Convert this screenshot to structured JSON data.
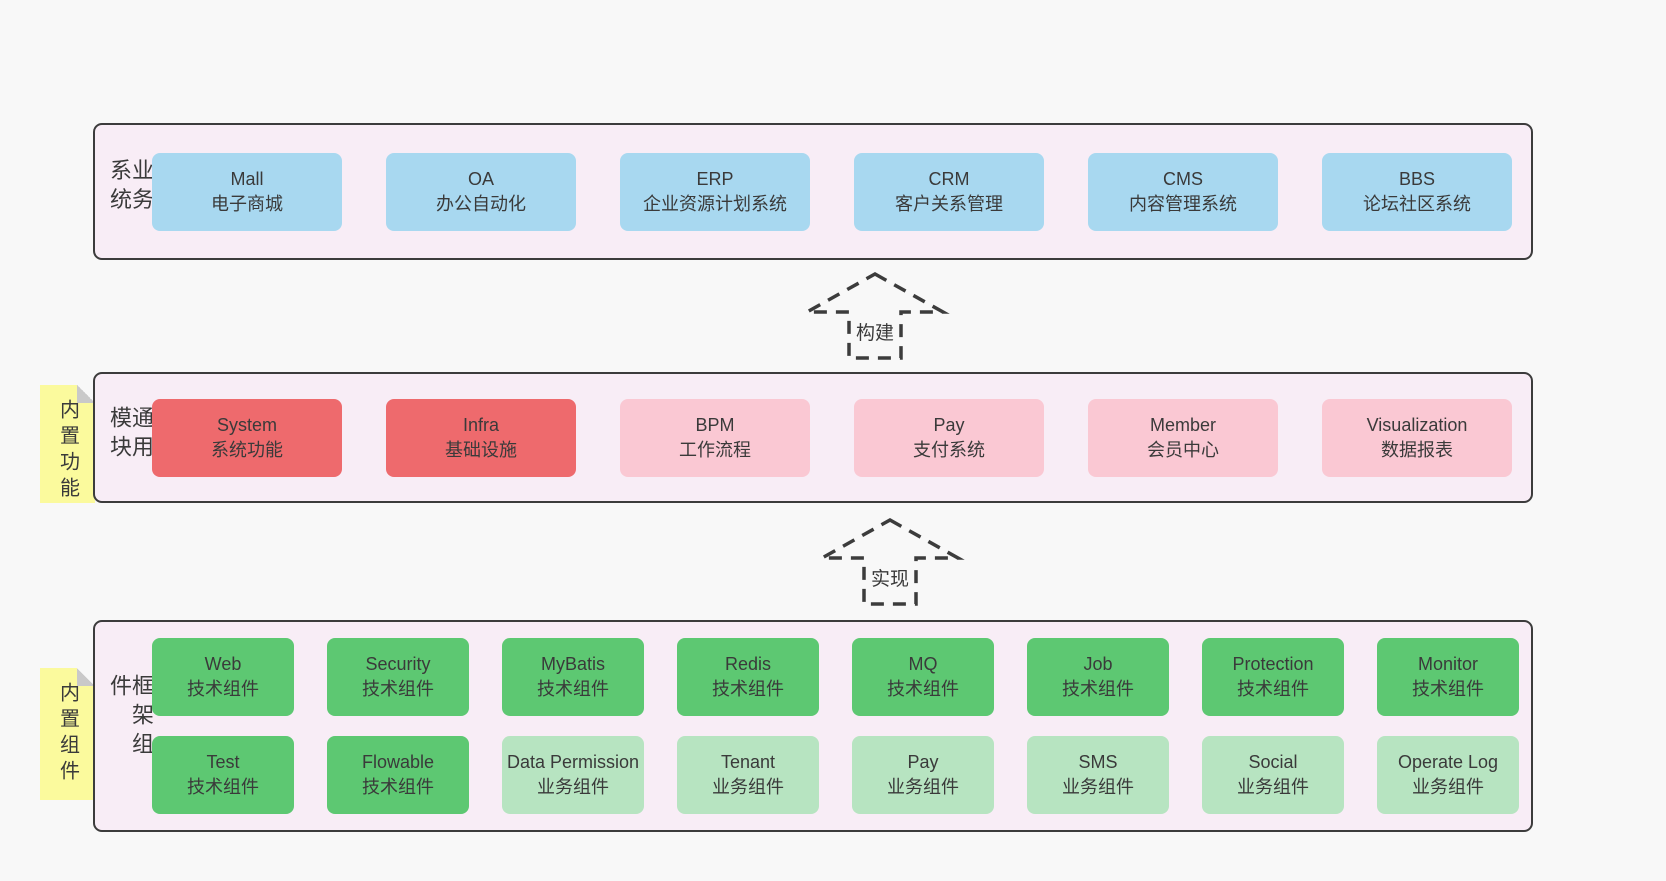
{
  "layers": [
    {
      "id": "business-systems",
      "label": "业务系统",
      "boxes": [
        {
          "title": "Mall",
          "subtitle": "电子商城",
          "color": "blue"
        },
        {
          "title": "OA",
          "subtitle": "办公自动化",
          "color": "blue"
        },
        {
          "title": "ERP",
          "subtitle": "企业资源计划系统",
          "color": "blue"
        },
        {
          "title": "CRM",
          "subtitle": "客户关系管理",
          "color": "blue"
        },
        {
          "title": "CMS",
          "subtitle": "内容管理系统",
          "color": "blue"
        },
        {
          "title": "BBS",
          "subtitle": "论坛社区系统",
          "color": "blue"
        }
      ]
    },
    {
      "id": "common-modules",
      "label": "通用模块",
      "note": "内置功能",
      "boxes": [
        {
          "title": "System",
          "subtitle": "系统功能",
          "color": "red"
        },
        {
          "title": "Infra",
          "subtitle": "基础设施",
          "color": "red"
        },
        {
          "title": "BPM",
          "subtitle": "工作流程",
          "color": "pink"
        },
        {
          "title": "Pay",
          "subtitle": "支付系统",
          "color": "pink"
        },
        {
          "title": "Member",
          "subtitle": "会员中心",
          "color": "pink"
        },
        {
          "title": "Visualization",
          "subtitle": "数据报表",
          "color": "pink"
        }
      ]
    },
    {
      "id": "framework-components",
      "label": "框架组件",
      "note": "内置组件",
      "rows": [
        [
          {
            "title": "Web",
            "subtitle": "技术组件",
            "color": "green"
          },
          {
            "title": "Security",
            "subtitle": "技术组件",
            "color": "green"
          },
          {
            "title": "MyBatis",
            "subtitle": "技术组件",
            "color": "green"
          },
          {
            "title": "Redis",
            "subtitle": "技术组件",
            "color": "green"
          },
          {
            "title": "MQ",
            "subtitle": "技术组件",
            "color": "green"
          },
          {
            "title": "Job",
            "subtitle": "技术组件",
            "color": "green"
          },
          {
            "title": "Protection",
            "subtitle": "技术组件",
            "color": "green"
          },
          {
            "title": "Monitor",
            "subtitle": "技术组件",
            "color": "green"
          }
        ],
        [
          {
            "title": "Test",
            "subtitle": "技术组件",
            "color": "green"
          },
          {
            "title": "Flowable",
            "subtitle": "技术组件",
            "color": "green"
          },
          {
            "title": "Data Permission",
            "subtitle": "业务组件",
            "color": "lightgreen"
          },
          {
            "title": "Tenant",
            "subtitle": "业务组件",
            "color": "lightgreen"
          },
          {
            "title": "Pay",
            "subtitle": "业务组件",
            "color": "lightgreen"
          },
          {
            "title": "SMS",
            "subtitle": "业务组件",
            "color": "lightgreen"
          },
          {
            "title": "Social",
            "subtitle": "业务组件",
            "color": "lightgreen"
          },
          {
            "title": "Operate Log",
            "subtitle": "业务组件",
            "color": "lightgreen"
          }
        ]
      ]
    }
  ],
  "arrows": [
    {
      "label": "构建"
    },
    {
      "label": "实现"
    }
  ],
  "colors": {
    "page_background": "#f8f8f8",
    "container_background": "#f8edf6",
    "container_border": "#3c3c3c",
    "blue_box": "#a8d8f0",
    "red_box": "#ee6a6d",
    "pink_box": "#fac8d3",
    "green_box": "#5dc872",
    "light_green_box": "#b7e4c1",
    "sticky_note": "#fbfa9d",
    "note_fold": "#c9c9c9",
    "text": "#3a3a3a"
  }
}
